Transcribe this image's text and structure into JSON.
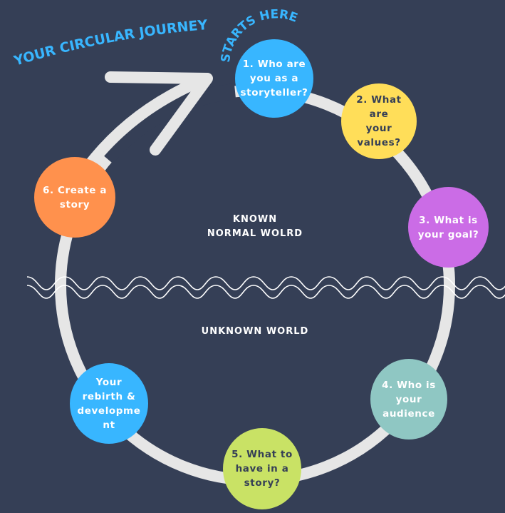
{
  "title": "YOUR CIRCULAR JOURNEY",
  "start_label": "STARTS HERE",
  "known_world_label": "KNOWN\nNORMAL WOLRD",
  "unknown_world_label": "UNKNOWN WORLD",
  "colors": {
    "background": "#353f56",
    "ring": "#e6e6e6",
    "title": "#38b6ff"
  },
  "steps": [
    {
      "text": "1. Who are\nyou as a\nstoryteller?",
      "color": "#38b6ff",
      "text_color": "#ffffff"
    },
    {
      "text": "2. What are\nyour\nvalues?",
      "color": "#ffde59",
      "text_color": "#353f56"
    },
    {
      "text": "3. What is\nyour goal?",
      "color": "#cb6ce6",
      "text_color": "#ffffff"
    },
    {
      "text": "4. Who is\nyour\naudience",
      "color": "#8fc7c3",
      "text_color": "#ffffff"
    },
    {
      "text": "5. What to\nhave in a\nstory?",
      "color": "#c9e265",
      "text_color": "#353f56"
    },
    {
      "text": "Your\nrebirth &\ndevelopme\nnt",
      "color": "#38b6ff",
      "text_color": "#ffffff"
    },
    {
      "text": "6. Create a\nstory",
      "color": "#ff914d",
      "text_color": "#ffffff"
    }
  ]
}
